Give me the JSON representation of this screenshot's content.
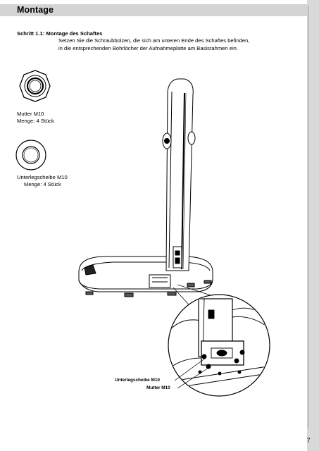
{
  "header": {
    "title": "Montage"
  },
  "step": {
    "heading": "Schritt 1.1: Montage des Schaftes",
    "line1": "Setzen Sie die Schraubbolzen, die sich am unteren Ende des Schaftes befinden,",
    "line2": "in die entsprechenden Bohrlöcher der Aufnahmeplatte am Basisrahmen ein."
  },
  "parts": [
    {
      "name": "Mutter  M10",
      "qty": "Menge: 4 Stück",
      "icon": "hex-nut-icon"
    },
    {
      "name": "Unterlegscheibe  M10",
      "qty": "Menge: 4 Stück",
      "icon": "washer-icon"
    }
  ],
  "callouts": {
    "washer": "Unterlegscheibe M10",
    "nut": "Mutter M10"
  },
  "footer": {
    "page_number": "7"
  }
}
